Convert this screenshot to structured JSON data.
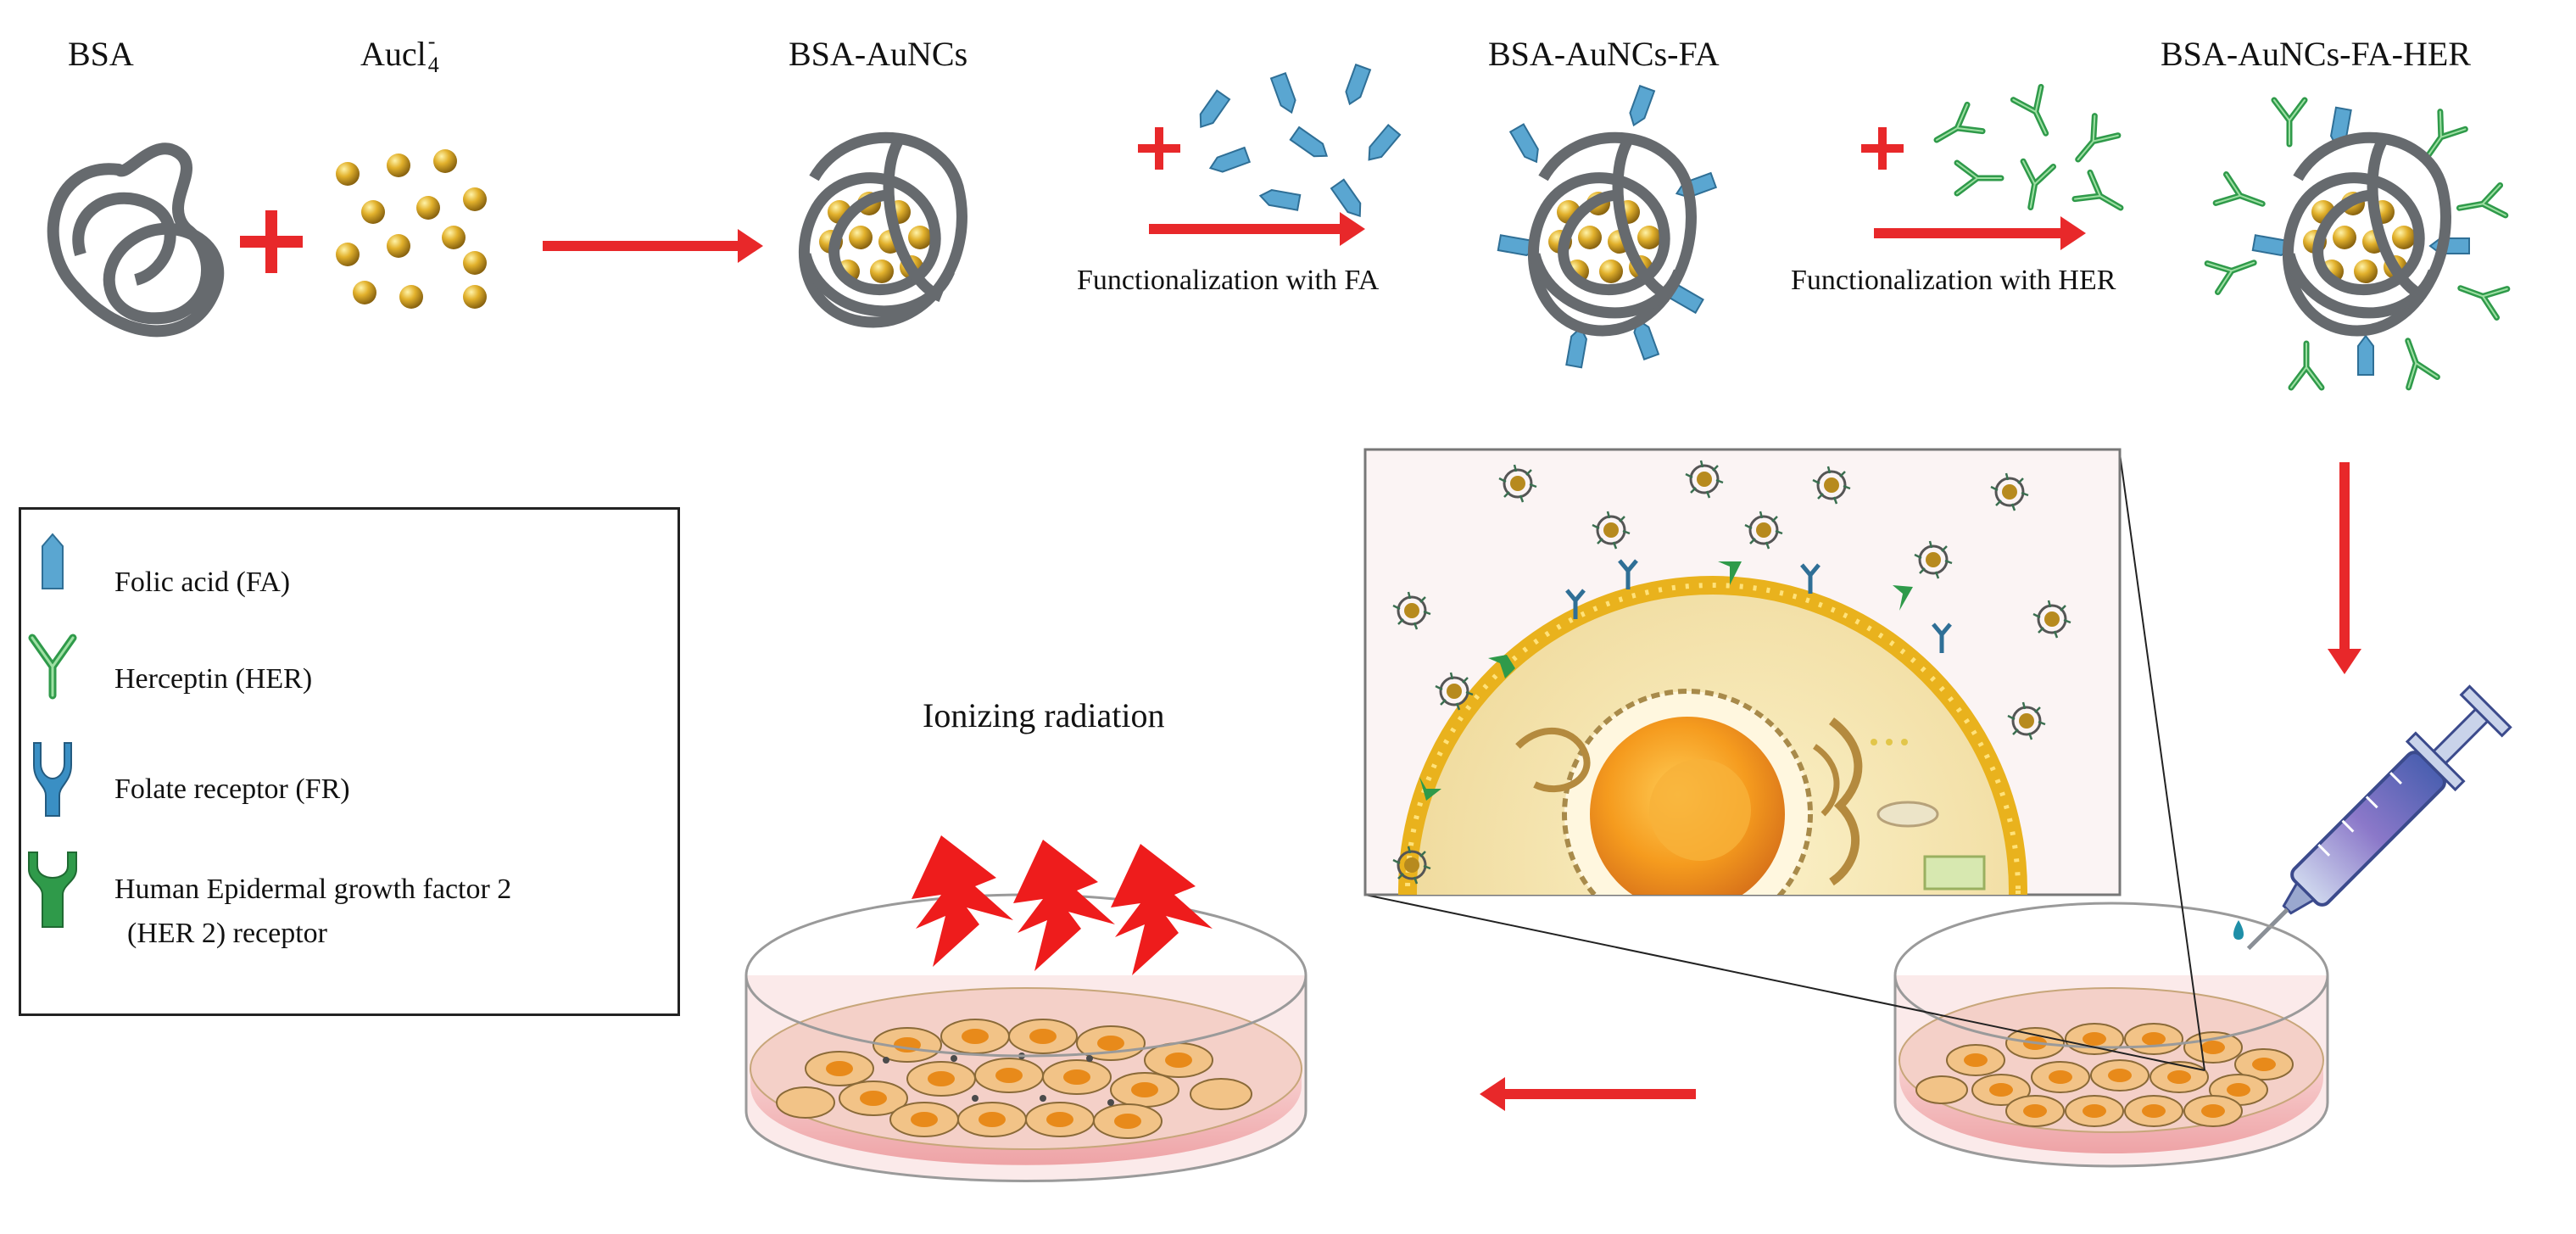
{
  "labels": {
    "bsa": "BSA",
    "aucl4_base": "Aucl",
    "aucl4_sub": "4",
    "aucl4_sup": "-",
    "bsa_auncs": "BSA-AuNCs",
    "bsa_auncs_fa": "BSA-AuNCs-FA",
    "bsa_auncs_fa_her": "BSA-AuNCs-FA-HER"
  },
  "steps": {
    "fa": "Functionalization with FA",
    "her": "Functionalization with HER",
    "radiation": "Ionizing radiation"
  },
  "legend": {
    "items": [
      {
        "label": "Folic acid (FA)",
        "icon": "folic-acid-icon"
      },
      {
        "label": "Herceptin (HER)",
        "icon": "herceptin-icon"
      },
      {
        "label": "Folate receptor (FR)",
        "icon": "folate-receptor-icon"
      },
      {
        "label_line1": "Human Epidermal growth factor 2",
        "label_line2": "(HER 2) receptor",
        "icon": "her2-receptor-icon"
      }
    ]
  },
  "colors": {
    "arrow": "#e8282a",
    "protein": "#666a6e",
    "gold": "#d9a521",
    "folic_acid": "#5aa6d1",
    "herceptin": "#2f9a4a",
    "membrane": "#e9b21d",
    "nucleus": "#f29a1f",
    "dish_medium": "#f3b9b9"
  }
}
